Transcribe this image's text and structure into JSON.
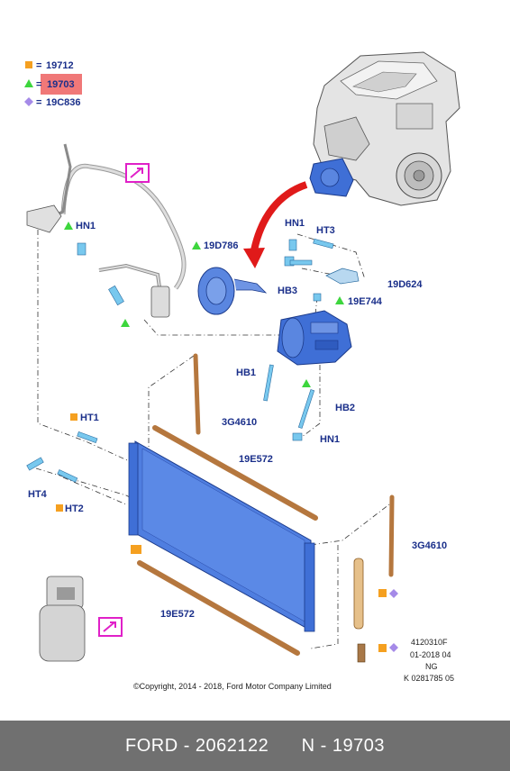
{
  "legend": [
    {
      "symbol": "square",
      "color": "#f5a020",
      "eq": "=",
      "code": "19712"
    },
    {
      "symbol": "triangle",
      "color": "#3dd63d",
      "eq": "=",
      "code": "19703",
      "highlight": true
    },
    {
      "symbol": "diamond",
      "color": "#a58ae8",
      "eq": "=",
      "code": "19C836"
    }
  ],
  "labels": {
    "hn1_a": "HN1",
    "hn1_b": "HN1",
    "hn1_c": "HN1",
    "ht3": "HT3",
    "hb3": "HB3",
    "p19d786": "19D786",
    "p19d624": "19D624",
    "p19e744": "19E744",
    "hb1": "HB1",
    "hb2": "HB2",
    "ht1": "HT1",
    "ht4": "HT4",
    "ht2": "HT2",
    "p3g4610_a": "3G4610",
    "p3g4610_b": "3G4610",
    "p19e572_a": "19E572",
    "p19e572_b": "19E572"
  },
  "meta": {
    "line1": "4120310F",
    "line2": "01-2018 04",
    "line3": "NG",
    "line4": "K 0281785 05"
  },
  "copyright": "©Copyright, 2014 - 2018, Ford Motor Company Limited",
  "footer": {
    "brand": "FORD - 2062122",
    "part": "N - 19703"
  },
  "colors": {
    "accent_blue": "#1a2f8a",
    "part_blue": "#3f6fd6",
    "rod_brown": "#b5773e",
    "highlight": "#f07878",
    "magenta": "#e020c8"
  }
}
